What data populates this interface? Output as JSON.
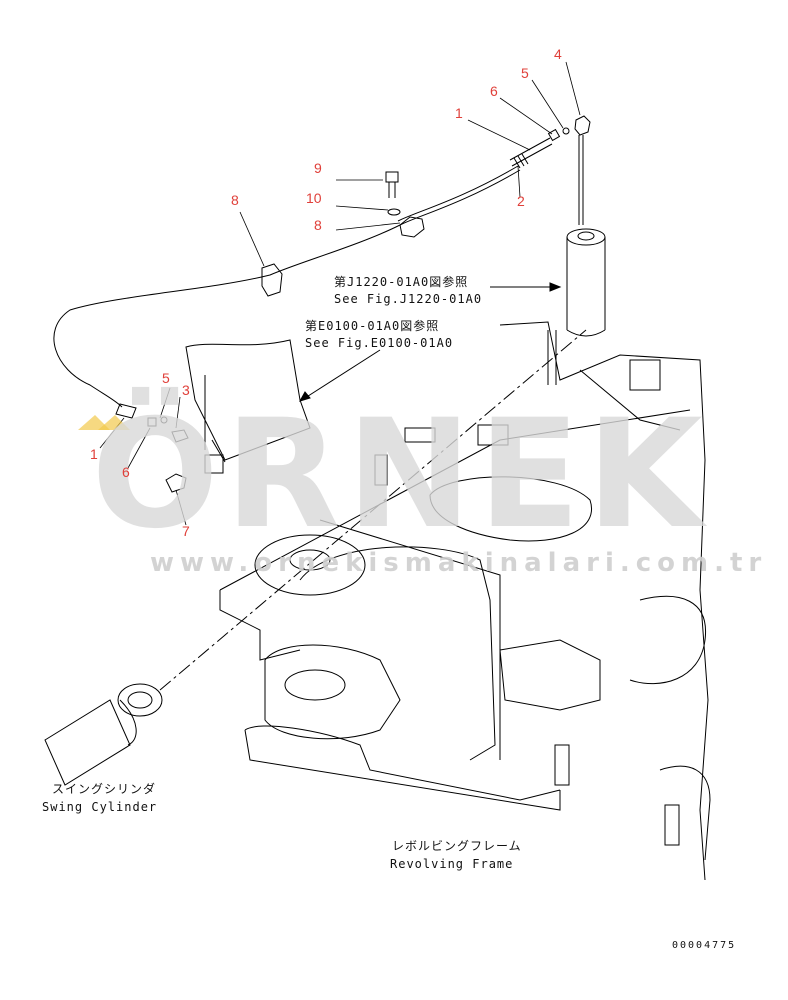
{
  "watermark": {
    "brand": "ÖRNEK",
    "url": "www.ornekismakinalari.com.tr"
  },
  "callouts": {
    "c1_top": "1",
    "c2": "2",
    "c4": "4",
    "c5_top": "5",
    "c6_top": "6",
    "c8_top": "8",
    "c8_mid": "8",
    "c9": "9",
    "c10": "10",
    "c5_left": "5",
    "c3": "3",
    "c1_left": "1",
    "c6_left": "6",
    "c7": "7"
  },
  "references": {
    "j1220_jp": "第J1220-01A0図参照",
    "j1220_en": "See Fig.J1220-01A0",
    "e0100_jp": "第E0100-01A0図参照",
    "e0100_en": "See Fig.E0100-01A0"
  },
  "labels": {
    "swing_cylinder_jp": "スイングシリンダ",
    "swing_cylinder_en": "Swing Cylinder",
    "frame_jp": "レボルビングフレーム",
    "frame_en": "Revolving Frame"
  },
  "figure_number": "00004775",
  "colors": {
    "callout": "#e0403a",
    "line": "#000000",
    "watermark": "#d9d9d9",
    "watermark_accent": "#f2c94c"
  }
}
